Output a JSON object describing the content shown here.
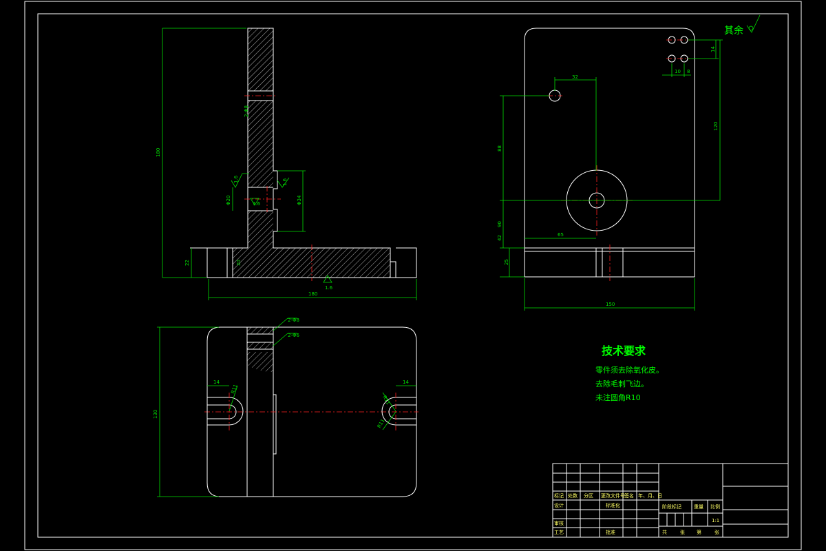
{
  "notes": {
    "rough_other": "其余",
    "tech_title": "技术要求",
    "tech_items": [
      "零件须去除氧化皮。",
      "去除毛刺飞边。",
      "未注圆角R10"
    ]
  },
  "dims": {
    "front_height": "180",
    "front_width": "180",
    "base_thk": "22",
    "base_step": "20",
    "bore_dia": "Φ20",
    "bore_len": "Φ34",
    "ra1": "1.6",
    "ra2": "1.6",
    "ra3": "1.6",
    "ra4": "1.6",
    "top_label": "2-Φ8",
    "side_w": "150",
    "side_32": "32",
    "side_h1": "88",
    "side_h2": "90",
    "side_h3": "42",
    "side_h4": "25",
    "side_65": "65",
    "side_14a": "14",
    "side_10": "10",
    "side_8": "8",
    "side_120": "120",
    "plan_h": "130",
    "plan_14l": "14",
    "plan_14r": "14",
    "plan_r1": "R11",
    "plan_r2": "R11",
    "plan_r3": "R11",
    "plan_2x": "2-Φ8",
    "plan_2y": "2-Φ6"
  },
  "title_block": {
    "h_mark": "标记",
    "h_count": "处数",
    "h_zone": "分区",
    "h_docno": "更改文件号",
    "h_sign": "签名",
    "h_date": "年、月、日",
    "design": "设计",
    "standard": "标准化",
    "check": "审核",
    "process": "工艺",
    "approve": "批准",
    "stage_mark": "阶段标记",
    "weight": "重量",
    "scale": "比例",
    "scale_val": "1:1",
    "sheets_total": "共",
    "sheets_unit": "张",
    "sheet_no": "第",
    "sheet_unit": "张"
  }
}
